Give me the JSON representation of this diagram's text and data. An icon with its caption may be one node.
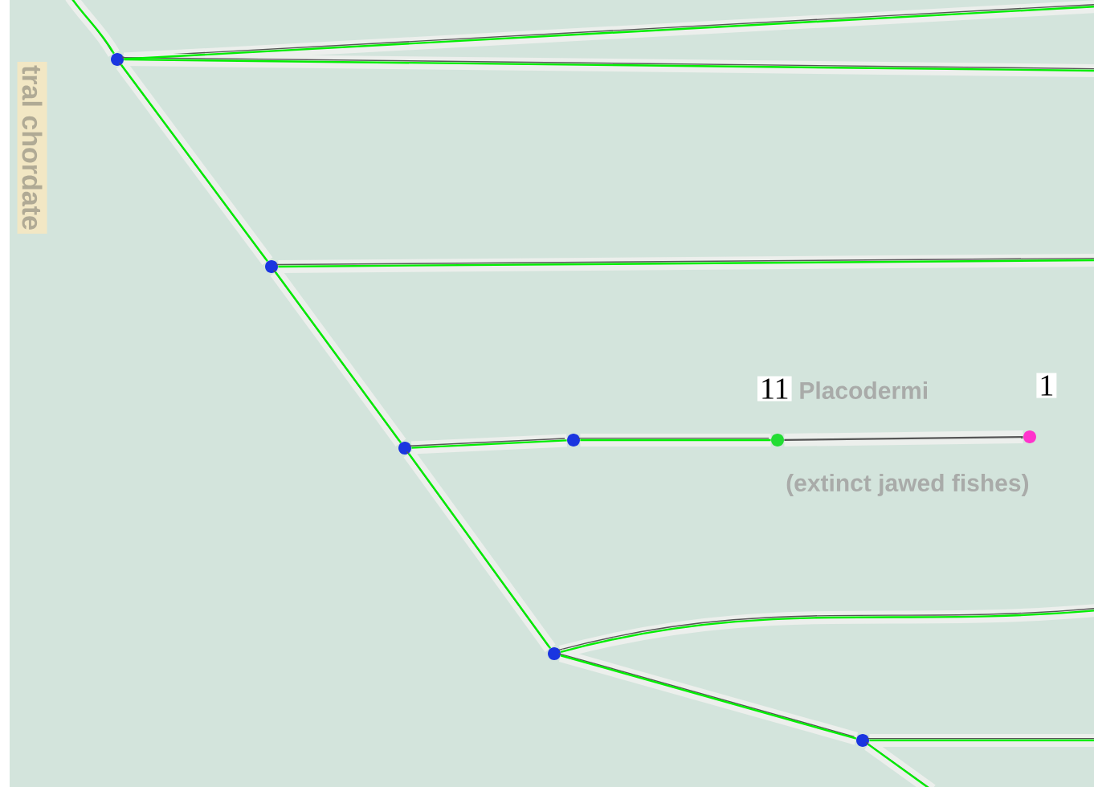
{
  "diagram": {
    "nodes": [
      {
        "text": [],
        "shape": "circle"
      },
      {
        "text": [],
        "shape": "circle"
      },
      {
        "text": [],
        "shape": "circle"
      },
      {
        "text": [],
        "shape": "circle"
      },
      {
        "text": [],
        "shape": "circle"
      },
      {
        "text": [],
        "shape": "circle"
      },
      {
        "text": [],
        "shape": "circle"
      },
      {
        "text": [],
        "shape": "circle"
      }
    ],
    "edges": [
      {
        "from": null,
        "to": 0,
        "arrow": "none",
        "color": "#00ee00"
      },
      {
        "from": 0,
        "to": null,
        "arrow": "none",
        "color": "#00ee00"
      },
      {
        "from": 0,
        "to": null,
        "arrow": "none",
        "color": "#00ee00"
      },
      {
        "from": 0,
        "to": 1,
        "arrow": "none",
        "color": "#00ee00"
      },
      {
        "from": 1,
        "to": null,
        "arrow": "none",
        "color": "#00ee00"
      },
      {
        "from": 1,
        "to": 2,
        "arrow": "none",
        "color": "#00ee00"
      },
      {
        "from": 2,
        "to": 3,
        "arrow": "none",
        "color": "#00ee00"
      },
      {
        "from": 3,
        "to": 4,
        "arrow": "none",
        "color": "#00ee00"
      },
      {
        "from": 4,
        "to": 5,
        "arrow": "none",
        "color": "#555555"
      },
      {
        "from": 2,
        "to": 6,
        "arrow": "none",
        "color": "#00ee00"
      },
      {
        "from": 6,
        "to": null,
        "arrow": "none",
        "color": "#00ee00"
      },
      {
        "from": 6,
        "to": 7,
        "arrow": "none",
        "color": "#00ee00"
      },
      {
        "from": 7,
        "to": null,
        "arrow": "none",
        "color": "#00ee00"
      },
      {
        "from": 7,
        "to": null,
        "arrow": "none",
        "color": "#00ee00"
      }
    ],
    "labels": [
      "tral chordate",
      "11",
      "Placodermi",
      "1",
      "(extinct jawed fishes)"
    ]
  }
}
